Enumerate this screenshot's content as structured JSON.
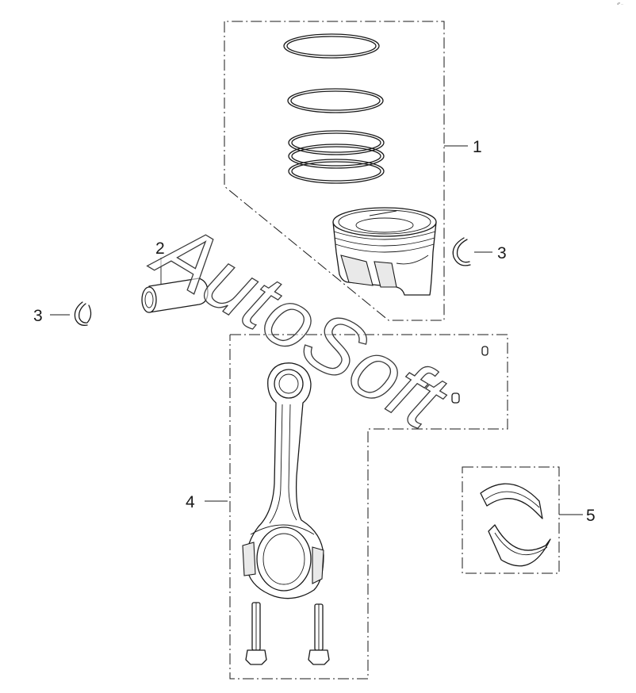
{
  "diagram": {
    "callouts": [
      {
        "id": "1",
        "label": "1"
      },
      {
        "id": "2",
        "label": "2"
      },
      {
        "id": "3a",
        "label": "3"
      },
      {
        "id": "3b",
        "label": "3"
      },
      {
        "id": "4",
        "label": "4"
      },
      {
        "id": "5",
        "label": "5"
      }
    ],
    "watermark": "AutoSoft",
    "corner_mark": "4ᴴ ..."
  },
  "colors": {
    "line": "#1a1a1a",
    "background": "#ffffff",
    "shade": "#e9e9e9"
  },
  "icons": [
    "piston-rings",
    "piston",
    "piston-pin",
    "snap-ring",
    "connecting-rod",
    "rod-bolt",
    "bearing-shells"
  ]
}
